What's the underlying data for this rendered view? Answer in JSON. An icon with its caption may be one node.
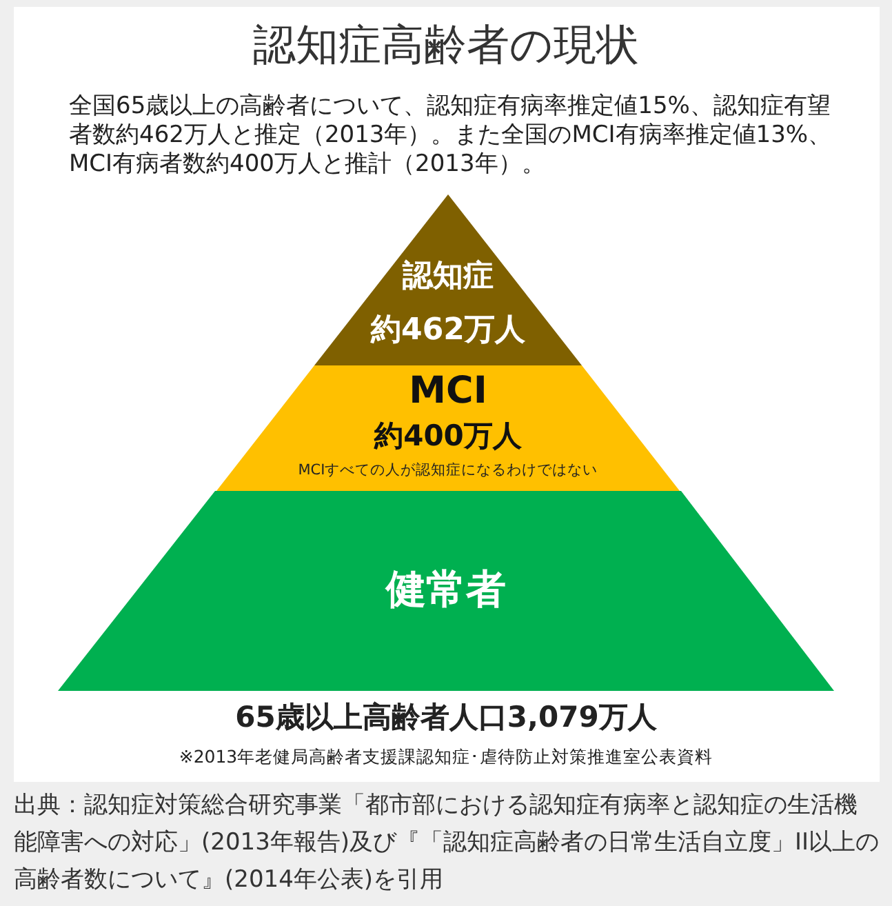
{
  "diagram": {
    "title": "認知症高齢者の現状",
    "nodes": [
      {
        "text": [
          "認知症",
          "約462万人"
        ]
      },
      {
        "text": [
          "MCI",
          "約400万人",
          "MCIすべての人が認知症になるわけではない"
        ]
      },
      {
        "text": [
          "健常者"
        ]
      }
    ],
    "labels": [
      "全国65歳以上の高齢者について、認知症有病率推定値15%、認知症有望者数約462万人と推定（2013年）。また全国のMCI有病率推定値13%、MCI有病者数約400万人と推計（2013年）。",
      "65歳以上高齢者人口3,079万人",
      "※2013年老健局高齢者支援課認知症･虐待防止対策推進室公表資料"
    ],
    "caption": "出典：認知症対策総合研究事業「都市部における認知症有病率と認知症の生活機能障害への対応」(2013年報告)及び『「認知症高齢者の日常生活自立度」II以上の高齢者数について』(2014年公表)を引用"
  }
}
